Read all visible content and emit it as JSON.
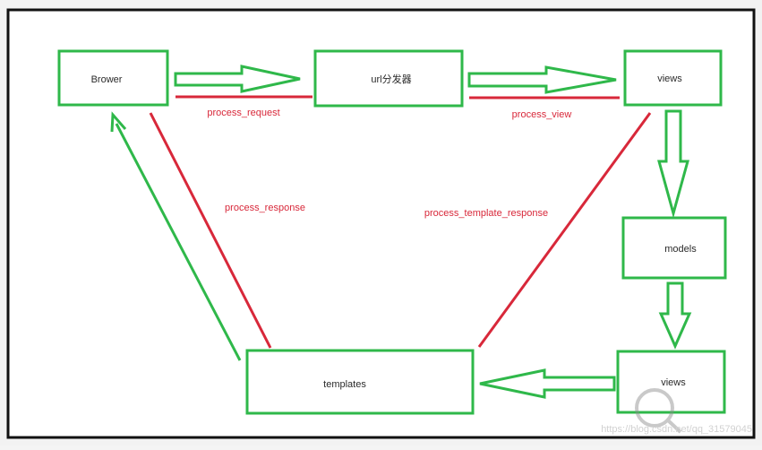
{
  "diagram": {
    "nodes": {
      "browser": "Brower",
      "url_dispatcher": "url分发器",
      "views_top": "views",
      "models": "models",
      "views_bottom": "views",
      "templates": "templates"
    },
    "edges": {
      "process_request": "process_request",
      "process_view": "process_view",
      "process_response": "process_response",
      "process_template_response": "process_template_response"
    },
    "colors": {
      "box_border": "#2fb84a",
      "flow_arrow": "#2fb84a",
      "middleware_line": "#d8283a",
      "edge_label": "#d8283a",
      "frame_border": "#111111",
      "canvas": "#ffffff"
    }
  },
  "watermark": {
    "text": "https://blog.csdn.net/qq_31579045"
  }
}
